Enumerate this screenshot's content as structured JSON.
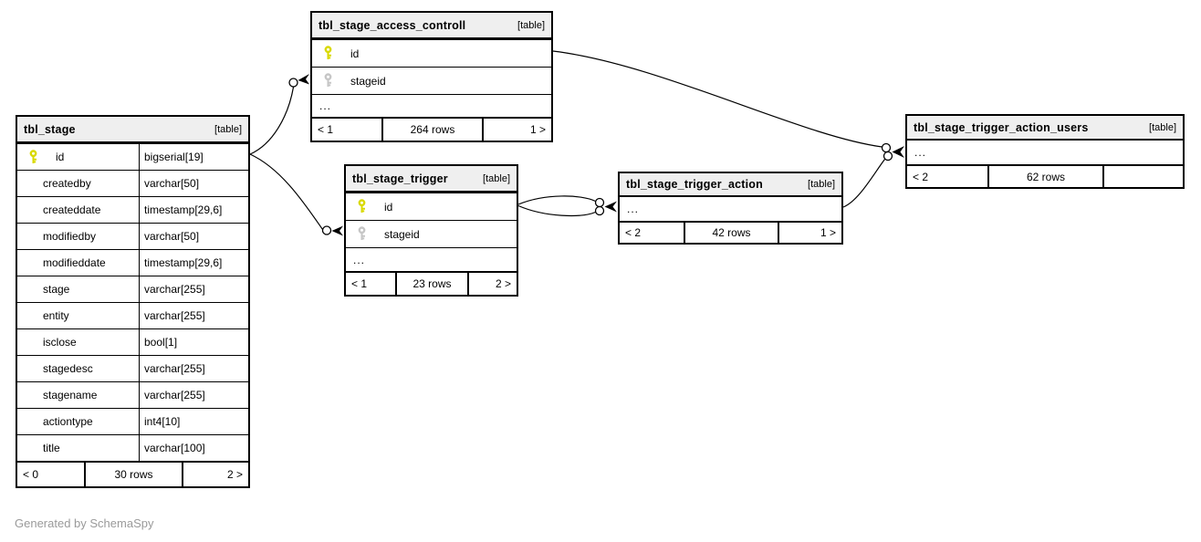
{
  "page": {
    "footer_note": "Generated by SchemaSpy"
  },
  "colors": {
    "primary_key_icon": "#d9d900",
    "foreign_key_icon": "#c6c6c6",
    "table_header_bg": "#efefef",
    "line": "#000000",
    "footer_note_text": "#9a9a9a"
  },
  "tables": [
    {
      "id": "tbl_stage",
      "title": "tbl_stage",
      "badge": "[table]",
      "columns": [
        {
          "name": "id",
          "type": "bigserial[19]",
          "key": "primary"
        },
        {
          "name": "createdby",
          "type": "varchar[50]",
          "key": null
        },
        {
          "name": "createddate",
          "type": "timestamp[29,6]",
          "key": null
        },
        {
          "name": "modifiedby",
          "type": "varchar[50]",
          "key": null
        },
        {
          "name": "modifieddate",
          "type": "timestamp[29,6]",
          "key": null
        },
        {
          "name": "stage",
          "type": "varchar[255]",
          "key": null
        },
        {
          "name": "entity",
          "type": "varchar[255]",
          "key": null
        },
        {
          "name": "isclose",
          "type": "bool[1]",
          "key": null
        },
        {
          "name": "stagedesc",
          "type": "varchar[255]",
          "key": null
        },
        {
          "name": "stagename",
          "type": "varchar[255]",
          "key": null
        },
        {
          "name": "actiontype",
          "type": "int4[10]",
          "key": null
        },
        {
          "name": "title",
          "type": "varchar[100]",
          "key": null
        }
      ],
      "ellipsis": false,
      "footer": {
        "parents": "< 0",
        "rows": "30 rows",
        "children": "2 >"
      }
    },
    {
      "id": "tbl_stage_access_controll",
      "title": "tbl_stage_access_controll",
      "badge": "[table]",
      "columns": [
        {
          "name": "id",
          "type": null,
          "key": "primary"
        },
        {
          "name": "stageid",
          "type": null,
          "key": "foreign"
        }
      ],
      "ellipsis": true,
      "footer": {
        "parents": "< 1",
        "rows": "264 rows",
        "children": "1 >"
      }
    },
    {
      "id": "tbl_stage_trigger",
      "title": "tbl_stage_trigger",
      "badge": "[table]",
      "columns": [
        {
          "name": "id",
          "type": null,
          "key": "primary"
        },
        {
          "name": "stageid",
          "type": null,
          "key": "foreign"
        }
      ],
      "ellipsis": true,
      "footer": {
        "parents": "< 1",
        "rows": "23 rows",
        "children": "2 >"
      }
    },
    {
      "id": "tbl_stage_trigger_action",
      "title": "tbl_stage_trigger_action",
      "badge": "[table]",
      "columns": [],
      "ellipsis": true,
      "footer": {
        "parents": "< 2",
        "rows": "42 rows",
        "children": "1 >"
      }
    },
    {
      "id": "tbl_stage_trigger_action_users",
      "title": "tbl_stage_trigger_action_users",
      "badge": "[table]",
      "columns": [],
      "ellipsis": true,
      "footer": {
        "parents": "< 2",
        "rows": "62 rows",
        "children": ""
      }
    }
  ],
  "relationships": [
    {
      "from": "tbl_stage.id",
      "to": "tbl_stage_access_controll.stageid"
    },
    {
      "from": "tbl_stage.id",
      "to": "tbl_stage_trigger.stageid"
    },
    {
      "from": "tbl_stage_trigger.id",
      "to": "tbl_stage_trigger_action"
    },
    {
      "from": "tbl_stage_trigger.id",
      "to": "tbl_stage_trigger_action"
    },
    {
      "from": "tbl_stage_access_controll.id",
      "to": "tbl_stage_trigger_action_users"
    },
    {
      "from": "tbl_stage_trigger_action",
      "to": "tbl_stage_trigger_action_users"
    }
  ]
}
